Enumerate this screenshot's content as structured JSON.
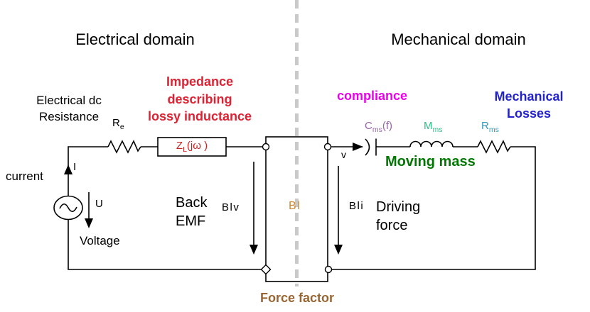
{
  "colors": {
    "caption_red": "#DD2233",
    "zl_red": "#CC2222",
    "magenta": "#EE00EE",
    "blue": "#2222CC",
    "purple": "#9966AA",
    "mint": "#33BB88",
    "teal": "#3399BB",
    "dark_green": "#007700",
    "brown": "#996633",
    "tan": "#CC8833",
    "divider_gray": "#C9C9C9",
    "wire_black": "#000000"
  },
  "captions": {
    "electrical_domain": "Electrical domain",
    "mechanical_domain": "Mechanical domain",
    "dc_resistance": [
      "Electrical dc",
      "Resistance"
    ],
    "impedance": [
      "Impedance",
      "describing",
      "lossy inductance"
    ],
    "compliance": "compliance",
    "mechanical_losses": [
      "Mechanical",
      "Losses"
    ],
    "moving_mass": "Moving mass",
    "back_emf": [
      "Back",
      "EMF"
    ],
    "driving_force": [
      "Driving",
      "force"
    ],
    "current": "current",
    "voltage": "Voltage",
    "force_factor": "Force factor"
  },
  "labels": {
    "re": {
      "main": "R",
      "sub": "e"
    },
    "zl": {
      "main": "Z",
      "sub": "L",
      "suffix": "(jω )"
    },
    "cms": {
      "main": "C",
      "sub": "ms",
      "suffix": "(f)"
    },
    "mms": {
      "main": "M",
      "sub": "ms"
    },
    "rms": {
      "main": "R",
      "sub": "ms"
    },
    "bl": "Bl",
    "blv": "Blv",
    "bli": "Bli",
    "u": "U",
    "i": "I",
    "v": "v"
  }
}
